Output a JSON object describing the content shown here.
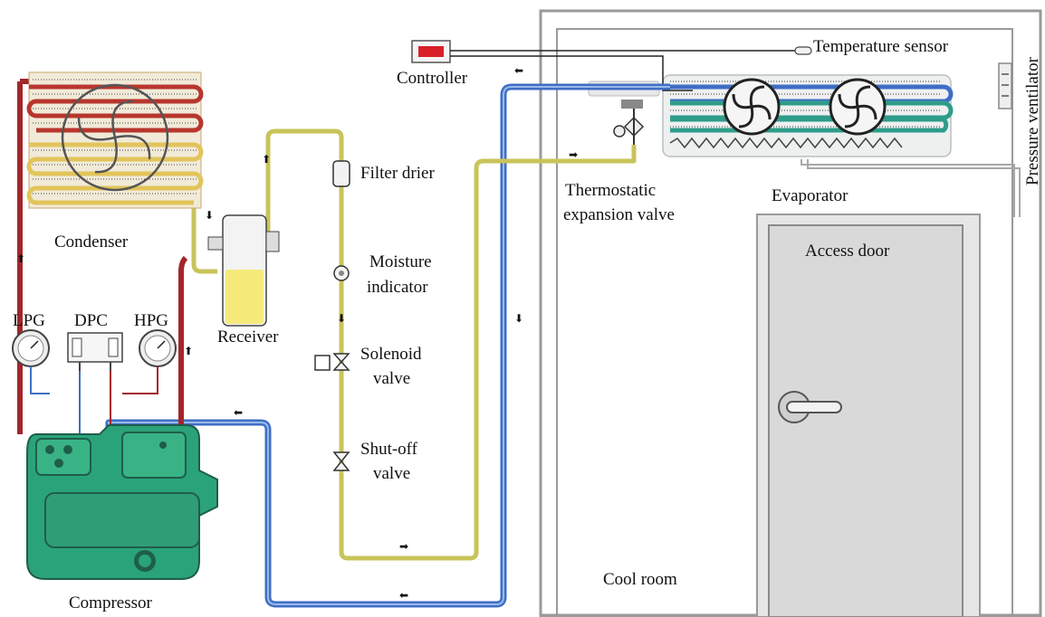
{
  "labels": {
    "controller": "Controller",
    "temperature_sensor": "Temperature sensor",
    "pressure_ventilator": "Pressure ventilator",
    "condenser": "Condenser",
    "filter_drier": "Filter drier",
    "moisture_indicator_line1": "Moisture",
    "moisture_indicator_line2": "indicator",
    "receiver": "Receiver",
    "lpg": "LPG",
    "dpc": "DPC",
    "hpg": "HPG",
    "solenoid_line1": "Solenoid",
    "solenoid_line2": "valve",
    "shutoff_line1": "Shut-off",
    "shutoff_line2": "valve",
    "thermostatic_line1": "Thermostatic",
    "thermostatic_line2": "expansion valve",
    "evaporator": "Evaporator",
    "access_door": "Access door",
    "cool_room": "Cool room",
    "compressor": "Compressor"
  },
  "colors": {
    "hot_gas_line": "#a3262a",
    "liquid_line": "#c8c45a",
    "suction_line": "#3f6fc4",
    "compressor_body": "#2aa37a",
    "room_wall": "#9a9a9a",
    "door_fill": "#d9d9d9"
  }
}
